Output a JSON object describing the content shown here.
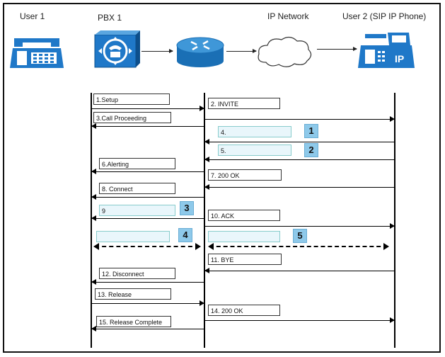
{
  "headers": {
    "user1": "User 1",
    "pbx1": "PBX 1",
    "ip_network": "IP Network",
    "user2": "User 2 (SIP IP Phone)"
  },
  "devices": {
    "phone_icon": "telephone-icon",
    "pbx_icon": "pbx-icon",
    "router_icon": "router-icon",
    "cloud_icon": "cloud-icon",
    "ip_phone_icon": "ip-phone-icon",
    "ip_phone_label": "IP"
  },
  "messages": {
    "m1": "1.Setup",
    "m2": "2. INVITE",
    "m3": "3.Call Proceeding",
    "m4": "4.",
    "m5": "5.",
    "m6": "6.Alerting",
    "m7": "7. 200 OK",
    "m8": "8. Connect",
    "m9": "9",
    "m10": "10. ACK",
    "m11": "11. BYE",
    "m12": "12. Disconnect",
    "m13": "13. Release",
    "m14": "14. 200 OK",
    "m15": "15. Release Complete"
  },
  "badges": {
    "b1": "1",
    "b2": "2",
    "b3": "3",
    "b4": "4",
    "b5": "5"
  },
  "colors": {
    "blue_icon": "#1f78c8",
    "badge": "#8ec9ea",
    "blank_fill": "#e9f6fb"
  }
}
